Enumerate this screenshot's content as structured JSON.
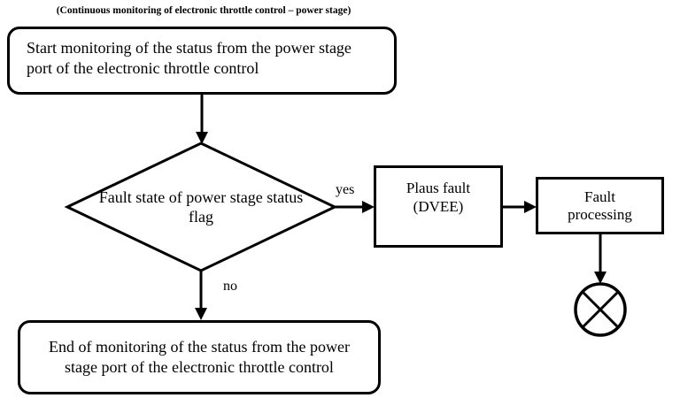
{
  "colors": {
    "background": "#ffffff",
    "line": "#000000",
    "text": "#000000"
  },
  "title": "(Continuous monitoring of electronic throttle control – power stage)",
  "flowchart": {
    "start_node": "Start monitoring of the status from the power stage port of the electronic throttle control",
    "decision_node": "Fault state of power stage status flag",
    "plaus_fault_node": "Plaus fault (DVEE)",
    "fault_processing_node": "Fault processing",
    "end_node": "End of monitoring of the status from the power stage port of the electronic throttle control",
    "edge_labels": {
      "yes": "yes",
      "no": "no"
    },
    "icons": {
      "terminator": "circle-x-connector-icon"
    }
  }
}
